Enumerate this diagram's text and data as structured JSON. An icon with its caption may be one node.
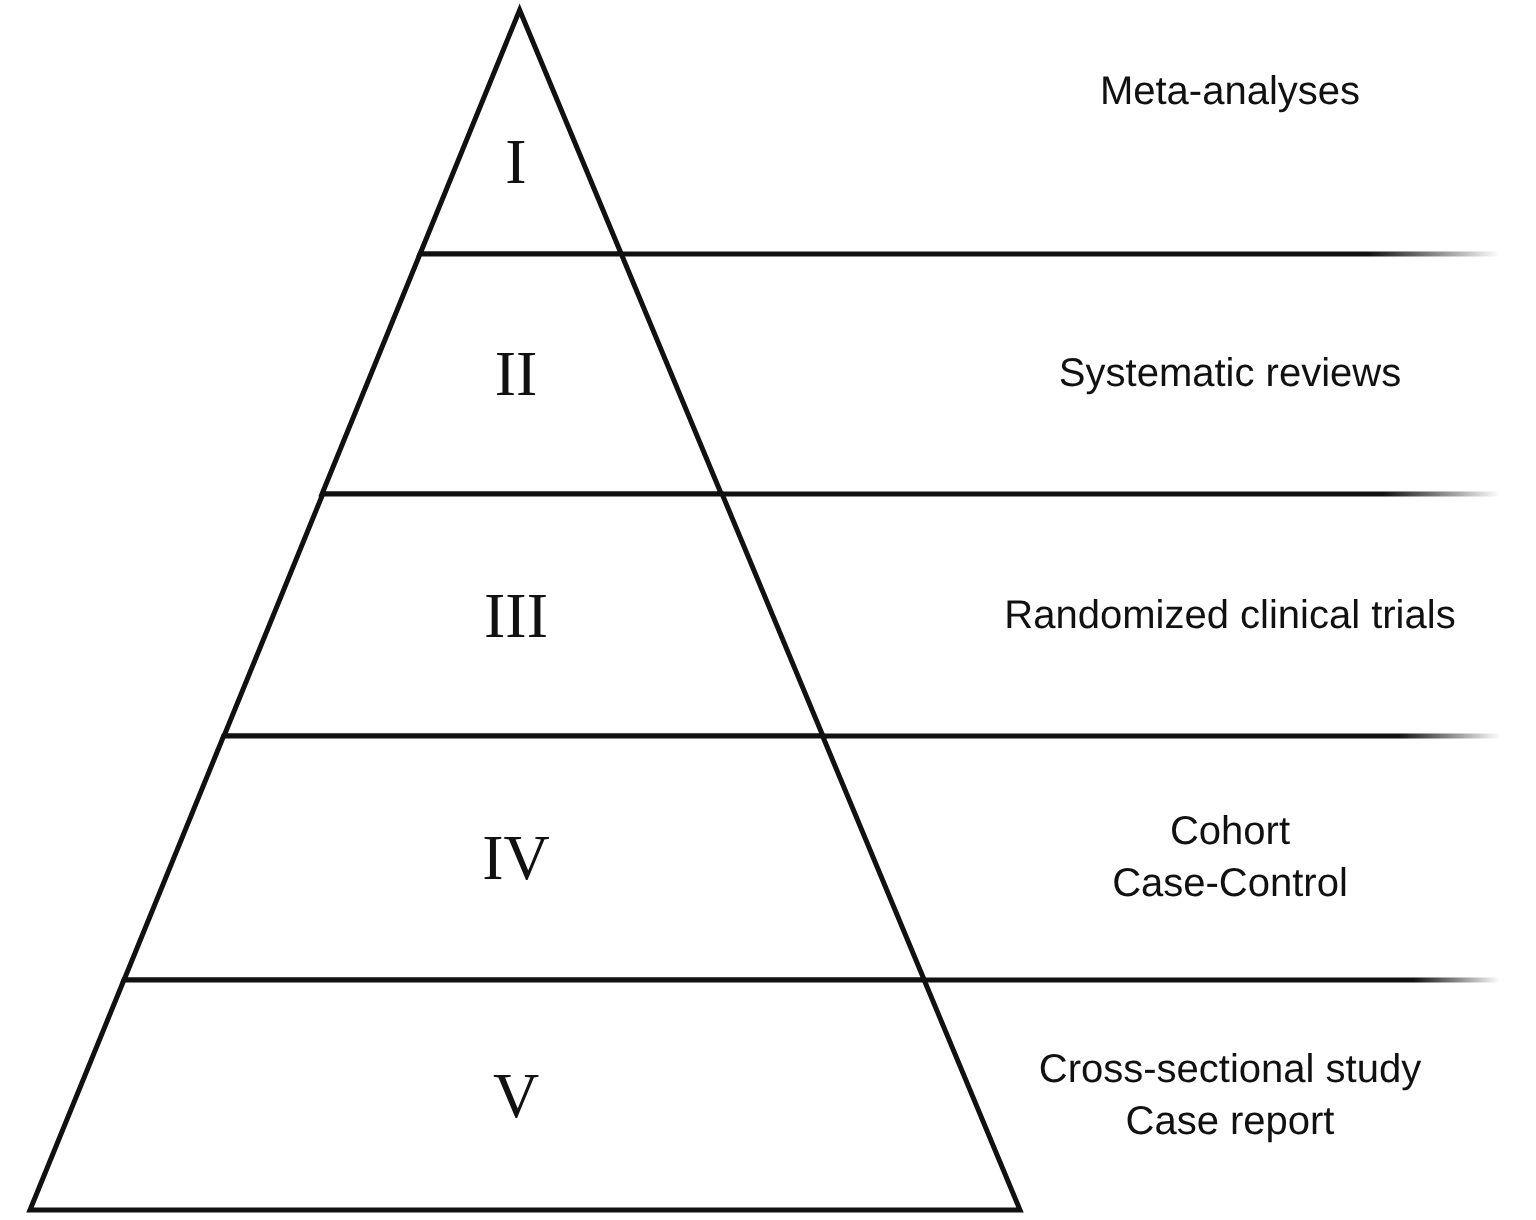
{
  "diagram": {
    "nodes": [
      {
        "text": [
          "I"
        ]
      },
      {
        "text": [
          "II"
        ]
      },
      {
        "text": [
          "III"
        ]
      },
      {
        "text": [
          "IV"
        ]
      },
      {
        "text": [
          "V"
        ]
      }
    ],
    "edges": [],
    "labels": [
      "Meta-analyses",
      "Systematic reviews",
      "Randomized clinical trials",
      "Cohort",
      "Case-Control",
      "Cross-sectional study",
      "Case report"
    ]
  }
}
